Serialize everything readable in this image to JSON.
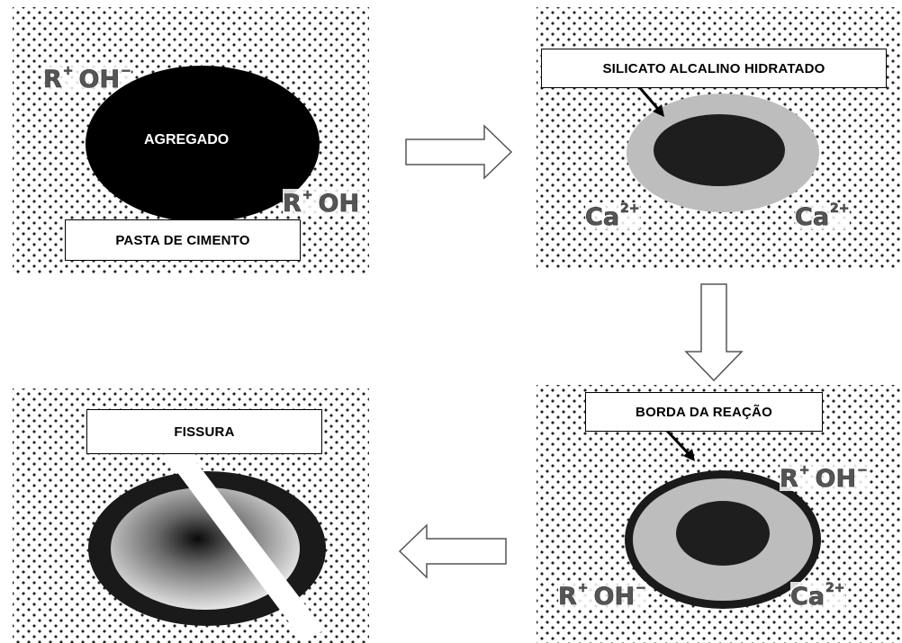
{
  "panel1": {
    "aggregate_label": "AGREGADO",
    "box_label": "PASTA DE CIMENTO",
    "ion_top": {
      "base1": "R",
      "sup1": "+",
      "base2": "OH",
      "sup2": "−"
    },
    "ion_right": {
      "base1": "R",
      "sup1": "+",
      "base2": "OH",
      "sup2": ""
    }
  },
  "panel2": {
    "box_label": "SILICATO ALCALINO HIDRATADO",
    "ion_left": {
      "base": "Ca",
      "sup": "2+"
    },
    "ion_right": {
      "base": "Ca",
      "sup": "2+"
    }
  },
  "panel3": {
    "box_label": "BORDA DA REAÇÃO",
    "ion_top": {
      "base1": "R",
      "sup1": "+",
      "base2": "OH",
      "sup2": "−"
    },
    "ion_bottom_left": {
      "base1": "R",
      "sup1": "+",
      "base2": "OH",
      "sup2": "−"
    },
    "ion_bottom_right": {
      "base": "Ca",
      "sup": "2+"
    }
  },
  "panel4": {
    "box_label": "FISSURA"
  },
  "colors": {
    "aggregate": "#000000",
    "core": "#1e1e1e",
    "gel": "#bdbdbd",
    "rim": "#1a1a1a",
    "dots": "#222222"
  },
  "icons": [
    "arrow-right-icon",
    "arrow-down-icon",
    "arrow-left-icon"
  ]
}
